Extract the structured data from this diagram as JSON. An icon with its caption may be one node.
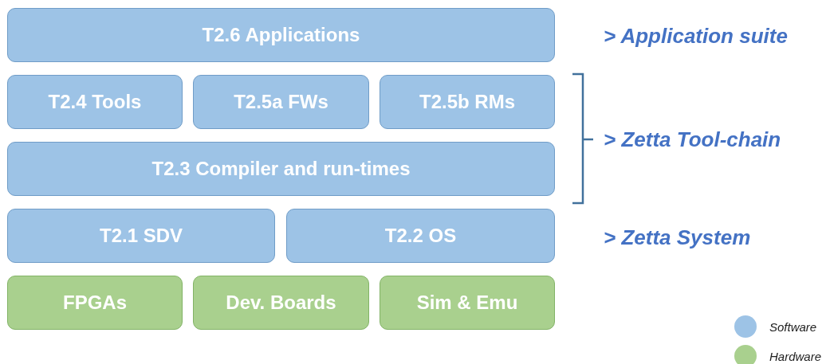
{
  "diagram": {
    "nodes": [
      {
        "text": [
          "T2.6 Applications"
        ]
      },
      {
        "text": [
          "T2.4 Tools"
        ]
      },
      {
        "text": [
          "T2.5a FWs"
        ]
      },
      {
        "text": [
          "T2.5b RMs"
        ]
      },
      {
        "text": [
          "T2.3 Compiler and run-times"
        ]
      },
      {
        "text": [
          "T2.1 SDV"
        ]
      },
      {
        "text": [
          "T2.2 OS"
        ]
      },
      {
        "text": [
          "FPGAs"
        ]
      },
      {
        "text": [
          "Dev. Boards"
        ]
      },
      {
        "text": [
          "Sim & Emu"
        ]
      }
    ],
    "labels": [
      "> Application suite",
      "> Zetta Tool-chain",
      "> Zetta System"
    ],
    "legend": [
      {
        "text": "Software",
        "color": "#9dc3e6"
      },
      {
        "text": "Hardware",
        "color": "#a9d08e"
      }
    ]
  }
}
